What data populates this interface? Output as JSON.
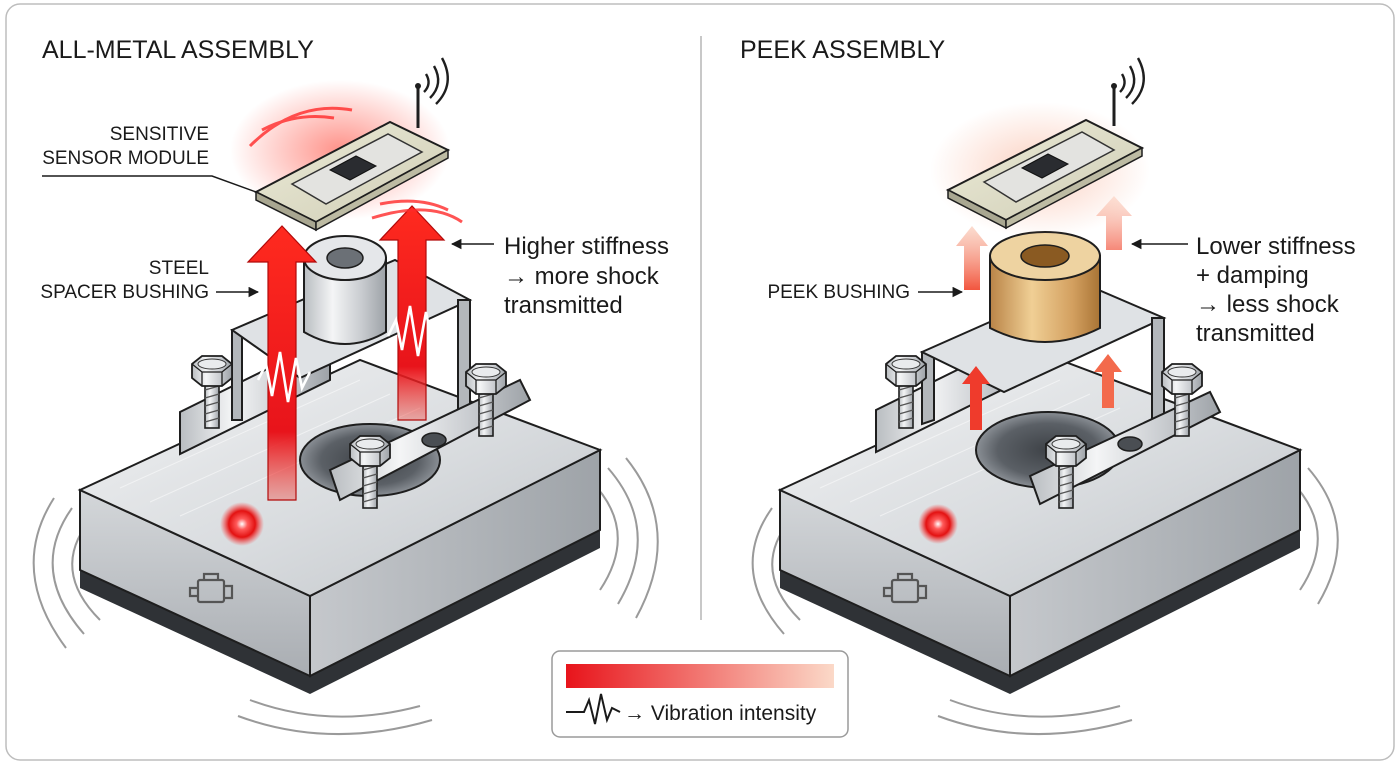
{
  "left_panel": {
    "title": "ALL-METAL ASSEMBLY",
    "sensor_label": [
      "SENSITIVE",
      "SENSOR MODULE"
    ],
    "bushing_label": [
      "STEEL",
      "SPACER BUSHING"
    ],
    "note_lines": [
      "Higher stiffness",
      "→ more shock",
      "transmitted"
    ]
  },
  "right_panel": {
    "title": "PEEK ASSEMBLY",
    "bushing_label": [
      "PEEK BUSHING"
    ],
    "note_lines": [
      "Lower stiffness",
      "+ damping",
      "→ less shock",
      "transmitted"
    ]
  },
  "legend": {
    "text": "→ Vibration intensity",
    "gradient_colors": [
      "#e8141b",
      "#fbd9c8"
    ]
  },
  "colors": {
    "vibration": "#e8141b",
    "steel": "#c6c9cc",
    "peek": "#d9a35e",
    "led": "#ff3a3a"
  },
  "icons": [
    "engine-icon",
    "antenna-icon",
    "chip-icon",
    "wave-icon"
  ]
}
